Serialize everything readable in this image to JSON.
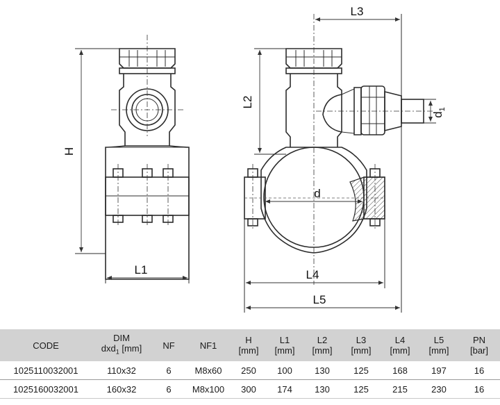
{
  "diagram": {
    "labels": {
      "h": "H",
      "l1": "L1",
      "l2": "L2",
      "l3": "L3",
      "l4": "L4",
      "l5": "L5",
      "d": "d",
      "d1": "d",
      "d1_sub": "1"
    }
  },
  "table": {
    "headers": {
      "code": "CODE",
      "dim_line1": "DIM",
      "dim_line2_a": "dxd",
      "dim_line2_sub": "1",
      "dim_line2_b": " [mm]",
      "nf": "NF",
      "nf1": "NF1",
      "h": "H",
      "l1": "L1",
      "l2": "L2",
      "l3": "L3",
      "l4": "L4",
      "l5": "L5",
      "pn": "PN",
      "mm": "[mm]",
      "bar": "[bar]"
    },
    "rows": [
      {
        "code": "1025110032001",
        "dim": "110x32",
        "nf": "6",
        "nf1": "M8x60",
        "h": "250",
        "l1": "100",
        "l2": "130",
        "l3": "125",
        "l4": "168",
        "l5": "197",
        "pn": "16"
      },
      {
        "code": "1025160032001",
        "dim": "160x32",
        "nf": "6",
        "nf1": "M8x100",
        "h": "300",
        "l1": "174",
        "l2": "130",
        "l3": "125",
        "l4": "215",
        "l5": "230",
        "pn": "16"
      }
    ]
  }
}
